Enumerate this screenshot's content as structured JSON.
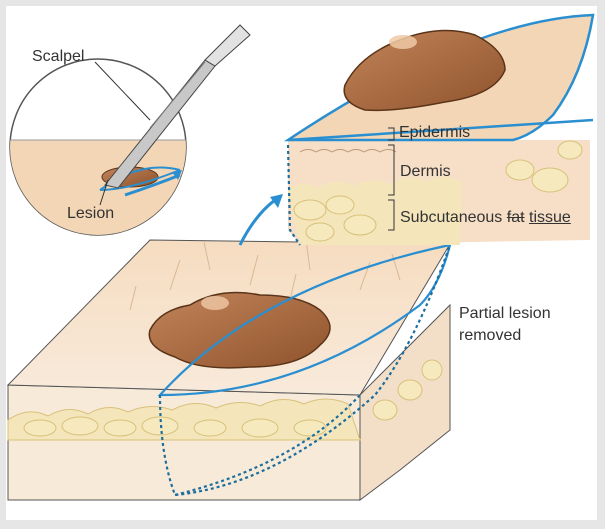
{
  "labels": {
    "scalpel": "Scalpel",
    "lesion": "Lesion",
    "epidermis": "Epidermis",
    "dermis": "Dermis",
    "subcutaneous_prefix": "Subcutaneous",
    "subcutaneous_struck": "fat",
    "subcutaneous_underlined": "tissue",
    "partial_removed_line1": "Partial lesion",
    "partial_removed_line2": "removed"
  },
  "colors": {
    "skin": "#f2d1ae",
    "skin_dark": "#e2b58c",
    "fat": "#f4e2a0",
    "lesion": "#a86a40",
    "cut_line": "#2a8fd0",
    "text": "#333333"
  }
}
